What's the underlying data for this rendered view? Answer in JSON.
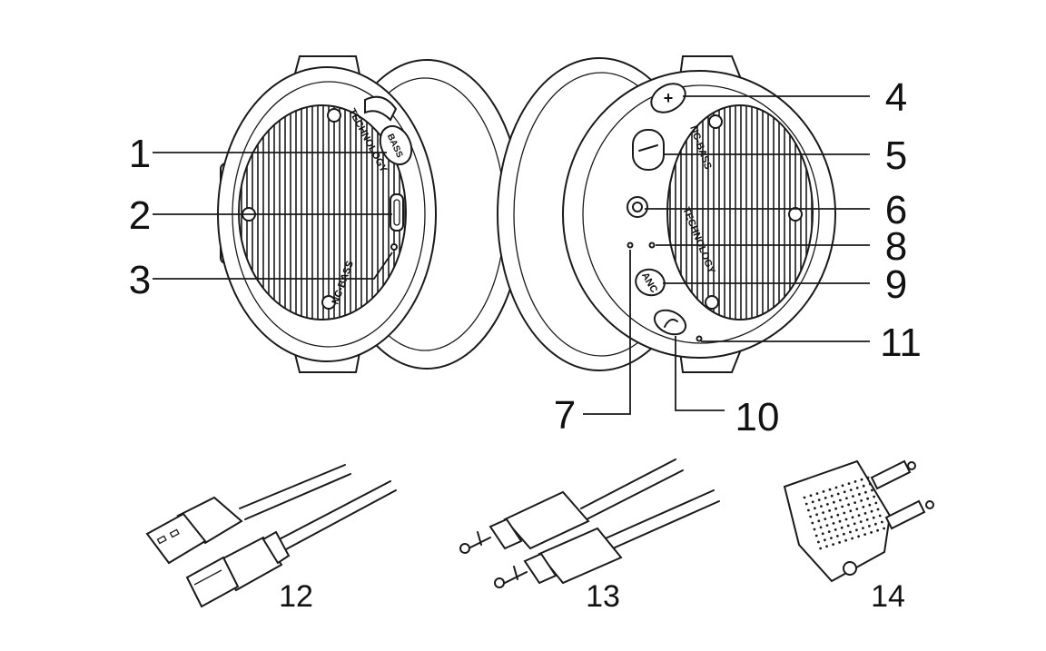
{
  "callouts": [
    {
      "id": "1",
      "label": "1"
    },
    {
      "id": "2",
      "label": "2"
    },
    {
      "id": "3",
      "label": "3"
    },
    {
      "id": "4",
      "label": "4"
    },
    {
      "id": "5",
      "label": "5"
    },
    {
      "id": "6",
      "label": "6"
    },
    {
      "id": "7",
      "label": "7"
    },
    {
      "id": "8",
      "label": "8"
    },
    {
      "id": "9",
      "label": "9"
    },
    {
      "id": "10",
      "label": "10"
    },
    {
      "id": "11",
      "label": "11"
    }
  ],
  "accessories": [
    {
      "id": "12",
      "label": "12",
      "icon": "usb-c-cable-icon"
    },
    {
      "id": "13",
      "label": "13",
      "icon": "aux-cable-icon"
    },
    {
      "id": "14",
      "label": "14",
      "icon": "airplane-adapter-icon"
    }
  ],
  "printed": {
    "bass_button": "BASS",
    "anc_button": "ANC",
    "plus_button": "+",
    "left_ring_text": "TECHNOLOGY",
    "left_ring_text_2": "NC-BASS",
    "right_ring_text": "TECHNOLOGY",
    "right_ring_text_2": "NC-BASS"
  }
}
